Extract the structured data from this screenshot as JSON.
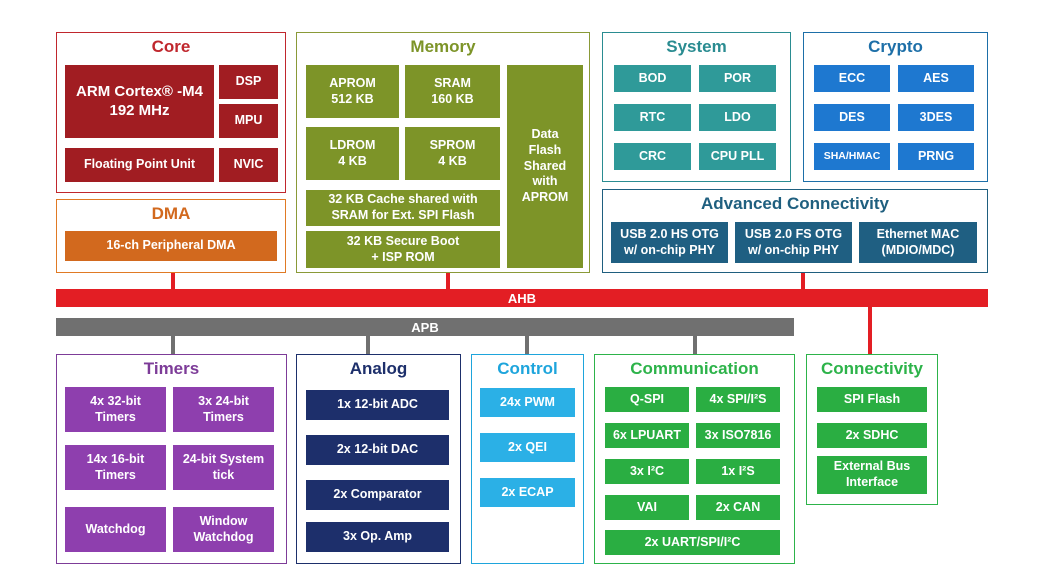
{
  "colors": {
    "core": "#c0272d",
    "core_block": "#a11d22",
    "dma": "#e07a24",
    "dma_block": "#d2691e",
    "memory": "#8a9a38",
    "memory_block": "#7d9428",
    "system": "#2a8c91",
    "system_block": "#2f9a99",
    "crypto": "#1d6fa8",
    "crypto_block": "#1e78d0",
    "adv": "#1f5f7f",
    "adv_block": "#1f5f82",
    "ahb": "#e31e24",
    "apb": "#707070",
    "timers": "#7d3c98",
    "timers_block": "#8e3fae",
    "analog": "#1d2f6b",
    "analog_block": "#1d2f6b",
    "control": "#1ea5dc",
    "control_block": "#2bb0e6",
    "comm": "#2db34a",
    "comm_block": "#2aae42",
    "connectivity": "#2db34a",
    "connectivity_block": "#2aae42"
  },
  "core": {
    "title": "Core",
    "cpu": "ARM Cortex® -M4\n192 MHz",
    "dsp": "DSP",
    "mpu": "MPU",
    "fpu": "Floating Point Unit",
    "nvic": "NVIC"
  },
  "dma": {
    "title": "DMA",
    "block": "16-ch Peripheral DMA"
  },
  "memory": {
    "title": "Memory",
    "aprom": "APROM\n512 KB",
    "sram": "SRAM\n160 KB",
    "ldrom": "LDROM\n4 KB",
    "sprom": "SPROM\n4 KB",
    "data_flash": "Data\nFlash\nShared\nwith\nAPROM",
    "cache": "32 KB Cache shared with\nSRAM for  Ext. SPI Flash",
    "secure_boot": "32 KB Secure Boot\n+ ISP ROM"
  },
  "system": {
    "title": "System",
    "items": [
      "BOD",
      "POR",
      "RTC",
      "LDO",
      "CRC",
      "CPU PLL"
    ]
  },
  "crypto": {
    "title": "Crypto",
    "items": [
      "ECC",
      "AES",
      "DES",
      "3DES",
      "SHA/HMAC",
      "PRNG"
    ]
  },
  "adv": {
    "title": "Advanced Connectivity",
    "items": [
      "USB 2.0 HS OTG\nw/ on-chip PHY",
      "USB 2.0 FS OTG\nw/ on-chip PHY",
      "Ethernet MAC\n(MDIO/MDC)"
    ]
  },
  "bus": {
    "ahb": "AHB",
    "apb": "APB"
  },
  "timers": {
    "title": "Timers",
    "items": [
      "4x 32-bit\nTimers",
      "3x 24-bit\nTimers",
      "14x 16-bit\nTimers",
      "24-bit System\ntick",
      "Watchdog",
      "Window\nWatchdog"
    ]
  },
  "analog": {
    "title": "Analog",
    "items": [
      "1x 12-bit ADC",
      "2x 12-bit DAC",
      "2x Comparator",
      "3x Op. Amp"
    ]
  },
  "control": {
    "title": "Control",
    "items": [
      "24x PWM",
      "2x QEI",
      "2x ECAP"
    ]
  },
  "comm": {
    "title": "Communication",
    "items": [
      "Q-SPI",
      "4x SPI/I²S",
      "6x LPUART",
      "3x ISO7816",
      "3x I²C",
      "1x I²S",
      "VAI",
      "2x CAN",
      "2x UART/SPI/I²C"
    ]
  },
  "connectivity": {
    "title": "Connectivity",
    "items": [
      "SPI Flash",
      "2x SDHC",
      "External Bus\nInterface"
    ]
  }
}
